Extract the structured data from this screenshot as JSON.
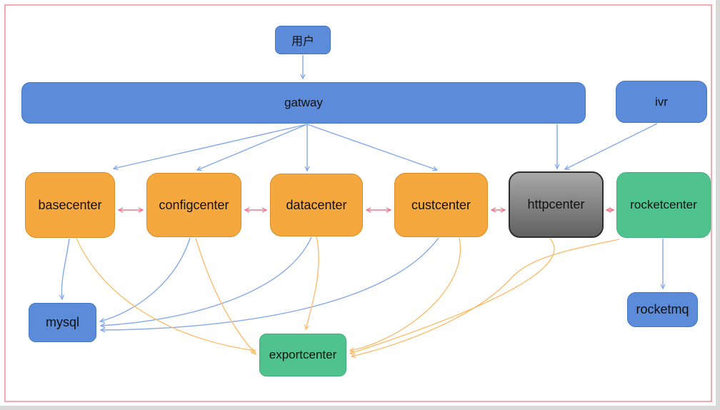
{
  "canvas": {
    "page_background": "#d9d9d9",
    "sheet_background": "#ffffff",
    "frame_border_color": "#f2aab1"
  },
  "nodes": {
    "user": {
      "label": "用户",
      "fill": "#5b8bd9",
      "border": "#4477c4"
    },
    "gateway": {
      "label": "gatway",
      "fill": "#5b8bd9",
      "border": "#4477c4"
    },
    "ivr": {
      "label": "ivr",
      "fill": "#5b8bd9",
      "border": "#4477c4"
    },
    "basecenter": {
      "label": "basecenter",
      "fill": "#f5a83e",
      "border": "#d98c28"
    },
    "configcenter": {
      "label": "configcenter",
      "fill": "#f5a83e",
      "border": "#d98c28"
    },
    "datacenter": {
      "label": "datacenter",
      "fill": "#f5a83e",
      "border": "#d98c28"
    },
    "custcenter": {
      "label": "custcenter",
      "fill": "#f5a83e",
      "border": "#d98c28"
    },
    "httpcenter": {
      "label": "httpcenter",
      "fill_top": "#a8a8a8",
      "fill_bottom": "#606060",
      "border": "#2e2e2e"
    },
    "rocketcenter": {
      "label": "rocketcenter",
      "fill": "#50c28d",
      "border": "#3fae7a"
    },
    "mysql": {
      "label": "mysql",
      "fill": "#5b8bd9",
      "border": "#4477c4"
    },
    "exportcenter": {
      "label": "exportcenter",
      "fill": "#50c28d",
      "border": "#3fae7a"
    },
    "rocketmq": {
      "label": "rocketmq",
      "fill": "#5b8bd9",
      "border": "#4477c4"
    }
  },
  "edge_colors": {
    "flow_blue": "#84a9ec",
    "sync_pink": "#f0798c",
    "export_orange": "#fbbe6e"
  },
  "edges": [
    {
      "from": "user",
      "to": "gateway",
      "color": "flow_blue",
      "bidirectional": false
    },
    {
      "from": "gateway",
      "to": "basecenter",
      "color": "flow_blue",
      "bidirectional": false
    },
    {
      "from": "gateway",
      "to": "configcenter",
      "color": "flow_blue",
      "bidirectional": false
    },
    {
      "from": "gateway",
      "to": "datacenter",
      "color": "flow_blue",
      "bidirectional": false
    },
    {
      "from": "gateway",
      "to": "custcenter",
      "color": "flow_blue",
      "bidirectional": false
    },
    {
      "from": "gateway",
      "to": "httpcenter",
      "color": "flow_blue",
      "bidirectional": false
    },
    {
      "from": "ivr",
      "to": "httpcenter",
      "color": "flow_blue",
      "bidirectional": false
    },
    {
      "from": "basecenter",
      "to": "configcenter",
      "color": "sync_pink",
      "bidirectional": true
    },
    {
      "from": "configcenter",
      "to": "datacenter",
      "color": "sync_pink",
      "bidirectional": true
    },
    {
      "from": "datacenter",
      "to": "custcenter",
      "color": "sync_pink",
      "bidirectional": true
    },
    {
      "from": "custcenter",
      "to": "httpcenter",
      "color": "sync_pink",
      "bidirectional": true
    },
    {
      "from": "httpcenter",
      "to": "rocketcenter",
      "color": "sync_pink",
      "bidirectional": true
    },
    {
      "from": "basecenter",
      "to": "mysql",
      "color": "flow_blue",
      "bidirectional": false
    },
    {
      "from": "configcenter",
      "to": "mysql",
      "color": "flow_blue",
      "bidirectional": false
    },
    {
      "from": "datacenter",
      "to": "mysql",
      "color": "flow_blue",
      "bidirectional": false
    },
    {
      "from": "custcenter",
      "to": "mysql",
      "color": "flow_blue",
      "bidirectional": false
    },
    {
      "from": "rocketcenter",
      "to": "rocketmq",
      "color": "flow_blue",
      "bidirectional": false
    },
    {
      "from": "basecenter",
      "to": "exportcenter",
      "color": "export_orange",
      "bidirectional": false
    },
    {
      "from": "configcenter",
      "to": "exportcenter",
      "color": "export_orange",
      "bidirectional": false
    },
    {
      "from": "datacenter",
      "to": "exportcenter",
      "color": "export_orange",
      "bidirectional": false
    },
    {
      "from": "custcenter",
      "to": "exportcenter",
      "color": "export_orange",
      "bidirectional": false
    },
    {
      "from": "httpcenter",
      "to": "exportcenter",
      "color": "export_orange",
      "bidirectional": false
    },
    {
      "from": "rocketcenter",
      "to": "exportcenter",
      "color": "export_orange",
      "bidirectional": false
    }
  ]
}
